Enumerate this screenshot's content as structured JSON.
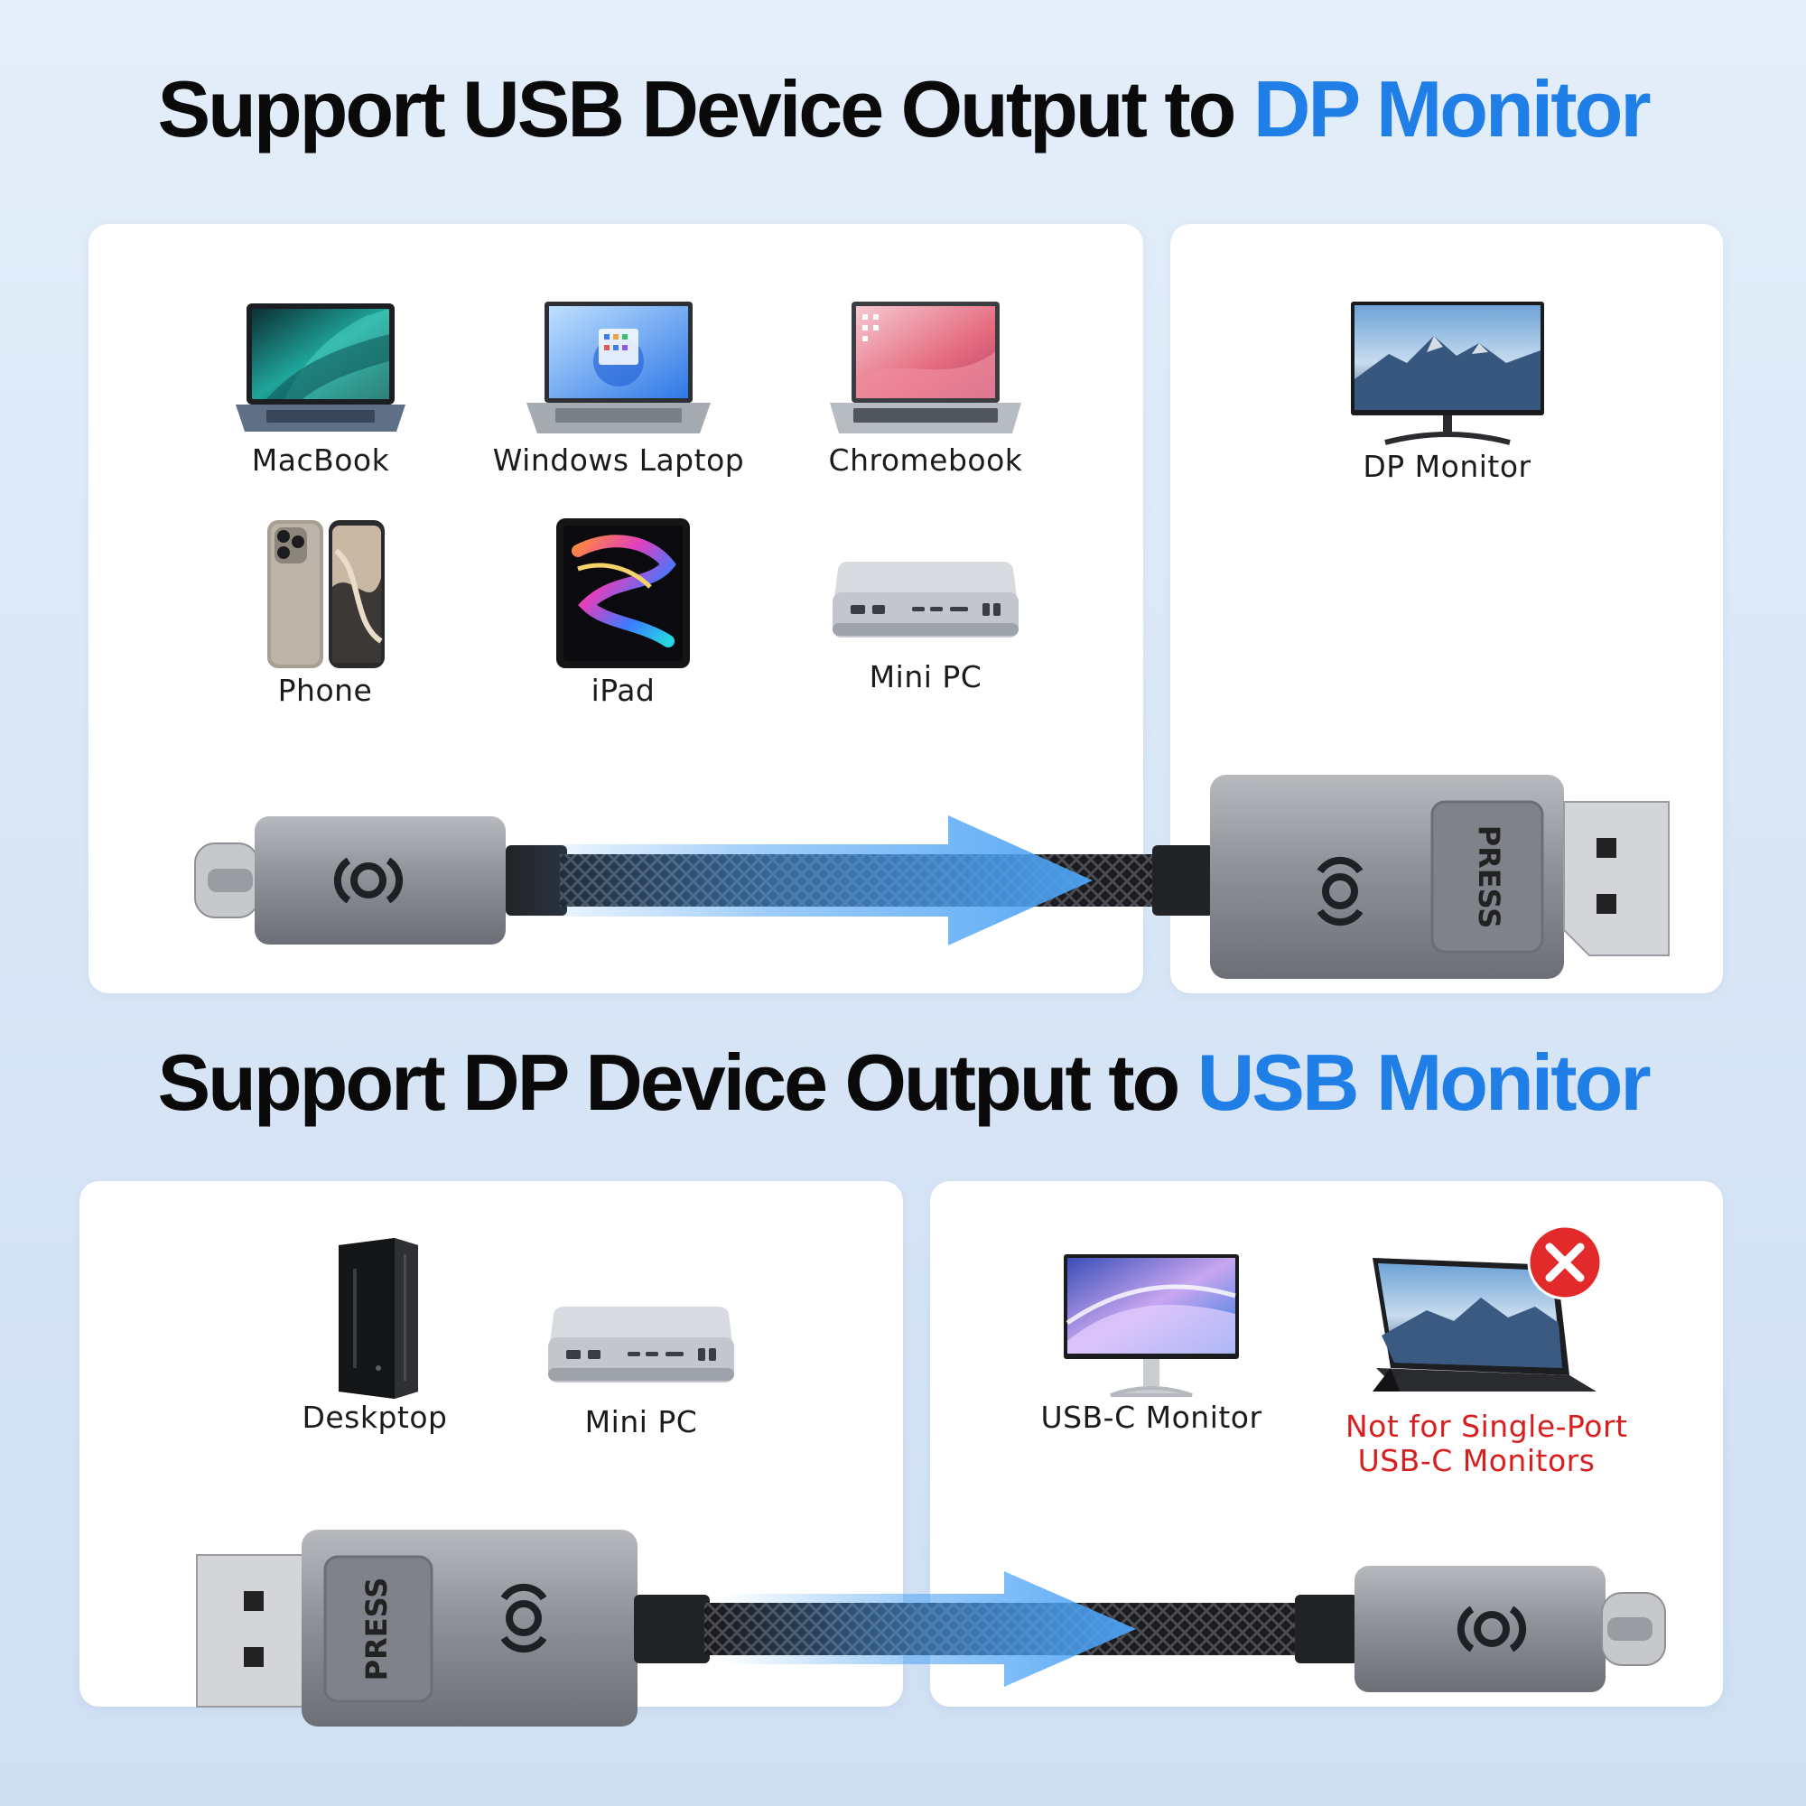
{
  "section_top": {
    "title_prefix": "Support USB Device Output to ",
    "title_highlight": "DP Monitor",
    "source_devices": [
      {
        "label": "MacBook",
        "icon": "macbook-icon"
      },
      {
        "label": "Windows Laptop",
        "icon": "windows-laptop-icon"
      },
      {
        "label": "Chromebook",
        "icon": "chromebook-icon"
      },
      {
        "label": "Phone",
        "icon": "phone-icon"
      },
      {
        "label": "iPad",
        "icon": "ipad-icon"
      },
      {
        "label": "Mini PC",
        "icon": "mini-pc-icon"
      }
    ],
    "target_device": {
      "label": "DP Monitor",
      "icon": "dp-monitor-icon"
    },
    "cable": {
      "dp_button_text": "PRESS"
    }
  },
  "section_bottom": {
    "title_prefix": "Support DP Device Output to ",
    "title_highlight": "USB Monitor",
    "source_devices": [
      {
        "label": "Deskptop",
        "icon": "desktop-tower-icon"
      },
      {
        "label": "Mini PC",
        "icon": "mini-pc-icon"
      }
    ],
    "target_devices": [
      {
        "label": "USB-C Monitor",
        "icon": "usb-c-monitor-icon"
      },
      {
        "label": "Not for Single-Port",
        "label_line2": "USB-C Monitors",
        "icon": "portable-monitor-icon",
        "status_icon": "red-x-icon"
      }
    ],
    "cable": {
      "dp_button_text": "PRESS"
    }
  },
  "colors": {
    "accent": "#1f7fe6",
    "warning": "#d81f1f",
    "background": "#dbe8f7",
    "arrow": "#4da3f5",
    "connector": "#9a9ca3"
  }
}
